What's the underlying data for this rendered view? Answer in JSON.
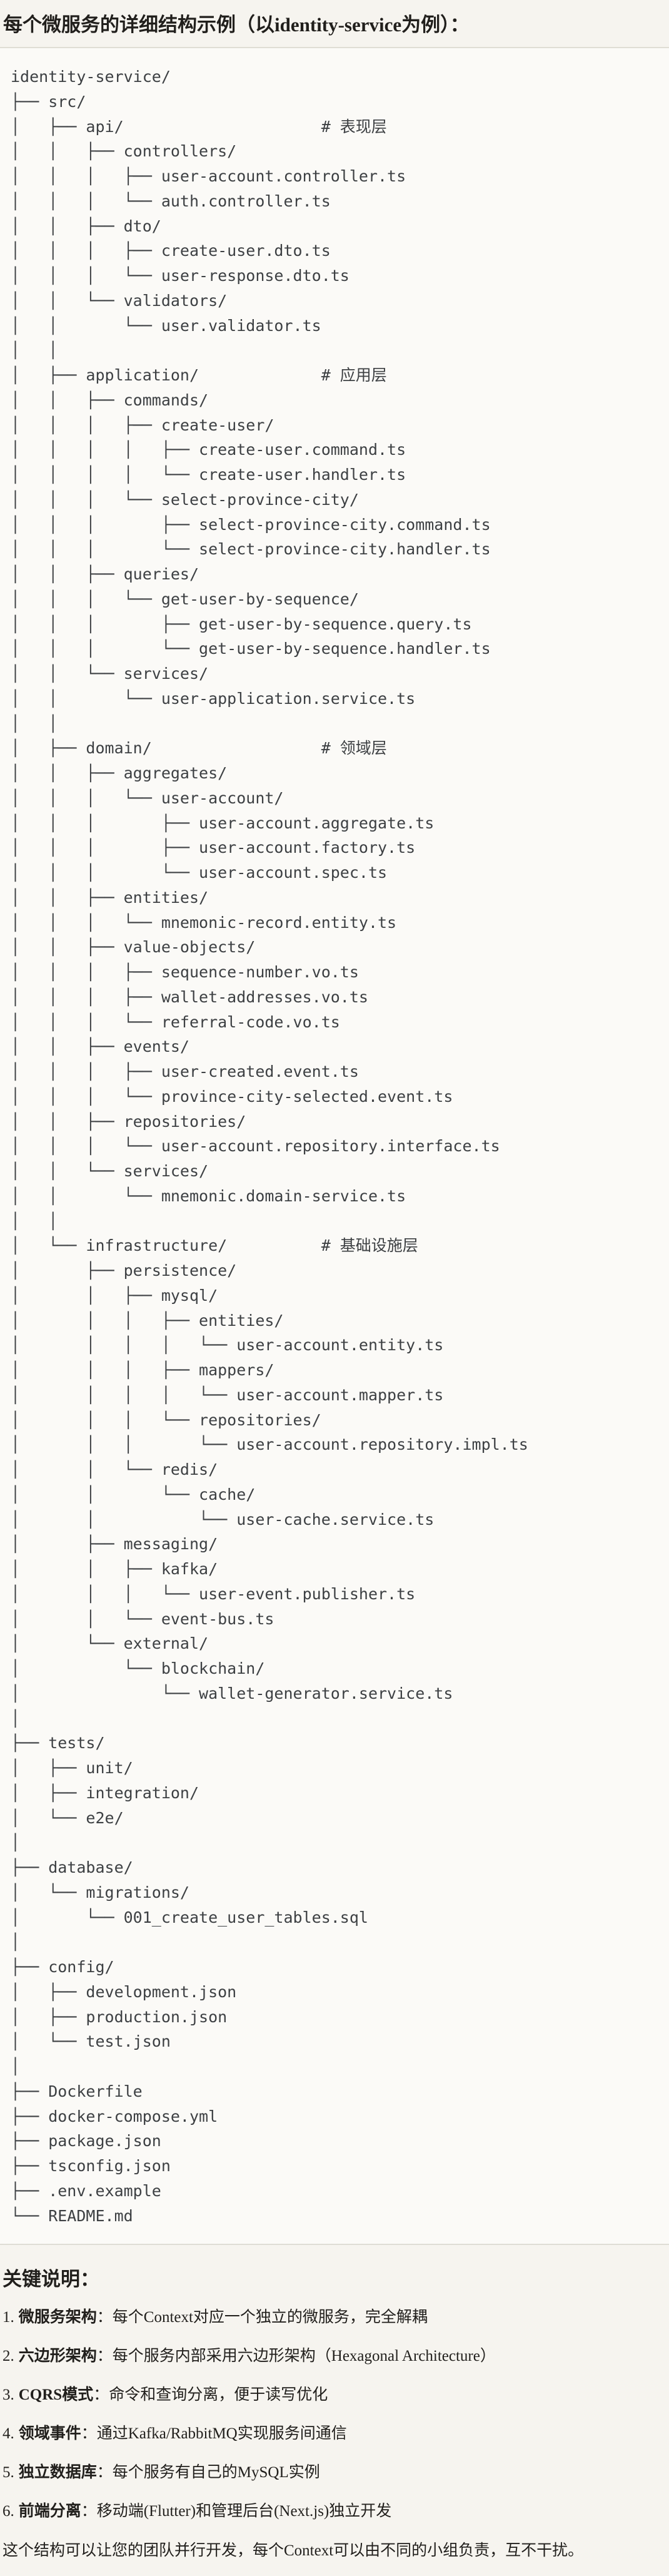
{
  "colors": {
    "page_bg": "#f6f4ef",
    "code_bg": "#fbfaf7",
    "divider": "#dfddd5",
    "code_text": "#3d4043",
    "body_text": "#211f1c"
  },
  "header": {
    "title": "每个微服务的详细结构示例（以identity-service为例）："
  },
  "code_block": {
    "language": "text",
    "lines": [
      "identity-service/",
      "├── src/",
      "│   ├── api/                     # 表现层",
      "│   │   ├── controllers/",
      "│   │   │   ├── user-account.controller.ts",
      "│   │   │   └── auth.controller.ts",
      "│   │   ├── dto/",
      "│   │   │   ├── create-user.dto.ts",
      "│   │   │   └── user-response.dto.ts",
      "│   │   └── validators/",
      "│   │       └── user.validator.ts",
      "│   │",
      "│   ├── application/             # 应用层",
      "│   │   ├── commands/",
      "│   │   │   ├── create-user/",
      "│   │   │   │   ├── create-user.command.ts",
      "│   │   │   │   └── create-user.handler.ts",
      "│   │   │   └── select-province-city/",
      "│   │   │       ├── select-province-city.command.ts",
      "│   │   │       └── select-province-city.handler.ts",
      "│   │   ├── queries/",
      "│   │   │   └── get-user-by-sequence/",
      "│   │   │       ├── get-user-by-sequence.query.ts",
      "│   │   │       └── get-user-by-sequence.handler.ts",
      "│   │   └── services/",
      "│   │       └── user-application.service.ts",
      "│   │",
      "│   ├── domain/                  # 领域层",
      "│   │   ├── aggregates/",
      "│   │   │   └── user-account/",
      "│   │   │       ├── user-account.aggregate.ts",
      "│   │   │       ├── user-account.factory.ts",
      "│   │   │       └── user-account.spec.ts",
      "│   │   ├── entities/",
      "│   │   │   └── mnemonic-record.entity.ts",
      "│   │   ├── value-objects/",
      "│   │   │   ├── sequence-number.vo.ts",
      "│   │   │   ├── wallet-addresses.vo.ts",
      "│   │   │   └── referral-code.vo.ts",
      "│   │   ├── events/",
      "│   │   │   ├── user-created.event.ts",
      "│   │   │   └── province-city-selected.event.ts",
      "│   │   ├── repositories/",
      "│   │   │   └── user-account.repository.interface.ts",
      "│   │   └── services/",
      "│   │       └── mnemonic.domain-service.ts",
      "│   │",
      "│   └── infrastructure/          # 基础设施层",
      "│       ├── persistence/",
      "│       │   ├── mysql/",
      "│       │   │   ├── entities/",
      "│       │   │   │   └── user-account.entity.ts",
      "│       │   │   ├── mappers/",
      "│       │   │   │   └── user-account.mapper.ts",
      "│       │   │   └── repositories/",
      "│       │   │       └── user-account.repository.impl.ts",
      "│       │   └── redis/",
      "│       │       └── cache/",
      "│       │           └── user-cache.service.ts",
      "│       ├── messaging/",
      "│       │   ├── kafka/",
      "│       │   │   └── user-event.publisher.ts",
      "│       │   └── event-bus.ts",
      "│       └── external/",
      "│           └── blockchain/",
      "│               └── wallet-generator.service.ts",
      "│",
      "├── tests/",
      "│   ├── unit/",
      "│   ├── integration/",
      "│   └── e2e/",
      "│",
      "├── database/",
      "│   └── migrations/",
      "│       └── 001_create_user_tables.sql",
      "│",
      "├── config/",
      "│   ├── development.json",
      "│   ├── production.json",
      "│   └── test.json",
      "│",
      "├── Dockerfile",
      "├── docker-compose.yml",
      "├── package.json",
      "├── tsconfig.json",
      "├── .env.example",
      "└── README.md"
    ]
  },
  "notes": {
    "heading": "关键说明：",
    "items": [
      {
        "num": "1.",
        "term": "微服务架构",
        "desc": "：每个Context对应一个独立的微服务，完全解耦"
      },
      {
        "num": "2.",
        "term": "六边形架构",
        "desc": "：每个服务内部采用六边形架构（Hexagonal Architecture）"
      },
      {
        "num": "3.",
        "term": "CQRS模式",
        "desc": "：命令和查询分离，便于读写优化"
      },
      {
        "num": "4.",
        "term": "领域事件",
        "desc": "：通过Kafka/RabbitMQ实现服务间通信"
      },
      {
        "num": "5.",
        "term": "独立数据库",
        "desc": "：每个服务有自己的MySQL实例"
      },
      {
        "num": "6.",
        "term": "前端分离",
        "desc": "：移动端(Flutter)和管理后台(Next.js)独立开发"
      }
    ],
    "footer": "这个结构可以让您的团队并行开发，每个Context可以由不同的小组负责，互不干扰。"
  }
}
